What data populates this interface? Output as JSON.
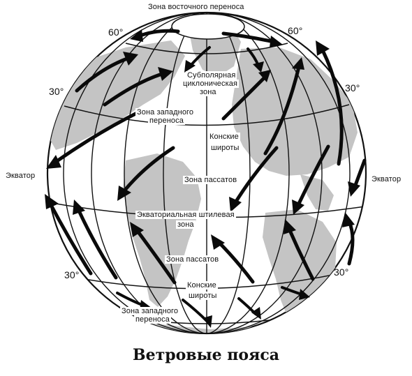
{
  "caption": "Ветровые пояса",
  "zones": {
    "polar_east": "Зона восточного переноса",
    "subpolar_line1": "Субполярная",
    "subpolar_line2": "циклоническая",
    "subpolar_line3": "зона",
    "westerly_north_line1": "Зона западного",
    "westerly_north_line2": "переноса",
    "horse_north_line1": "Конские",
    "horse_north_line2": "широты",
    "trade_north": "Зона пассатов",
    "doldrums_line1": "Экваториальная штилевая",
    "doldrums_line2": "зона",
    "trade_south": "Зона пассатов",
    "horse_south_line1": "Конские",
    "horse_south_line2": "широты",
    "westerly_south_line1": "Зона западного",
    "westerly_south_line2": "переноса"
  },
  "latitudes": {
    "n60_left": "60°",
    "n60_right": "60°",
    "n30_left": "30°",
    "n30_right": "30°",
    "s30_left": "30°",
    "s30_right": "30°",
    "equator_left": "Экватор",
    "equator_right": "Экватор"
  },
  "colors": {
    "ocean": "#ffffff",
    "land": "#c4c4c4",
    "lines": "#111111",
    "arrows": "#0a0a0a"
  }
}
